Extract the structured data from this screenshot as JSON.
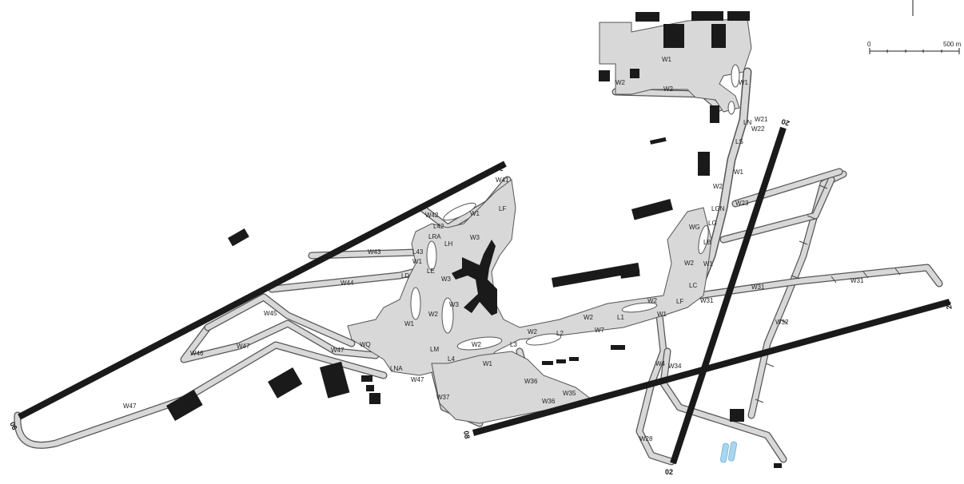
{
  "scale": {
    "zero": "0",
    "max": "500 m"
  },
  "runways": {
    "r06": "06",
    "r24": "24",
    "r08": "08",
    "r26": "26",
    "r20": "20",
    "r02": "02"
  },
  "taxiways": {
    "w1_north": "W1",
    "w2_north": "W2",
    "w2_north_b": "W2",
    "w1_east": "W1",
    "w21": "W21",
    "w22": "W22",
    "ln": "LN",
    "ls": "LS",
    "w1_mid": "W1",
    "w2_mid": "W2",
    "lgn": "LGN",
    "w23": "W23",
    "lg": "LG",
    "wg": "WG",
    "lb": "LB",
    "w2_c": "W2",
    "w1_c": "W1",
    "lc": "LC",
    "w41": "W41",
    "w1_t": "W1",
    "lf": "LF",
    "w42": "W42",
    "l42": "L42",
    "lra": "LRA",
    "lh": "LH",
    "w3_a": "W3",
    "w43": "W43",
    "l43": "L43",
    "w1_a": "W1",
    "ld": "LD",
    "le": "LE",
    "w3_b": "W3",
    "w44": "W44",
    "w45": "W45",
    "w1_b": "W1",
    "w3_c": "W3",
    "w2_b": "W2",
    "w46": "W46",
    "w47_a": "W47",
    "w47_b": "W47",
    "w47_c": "W47",
    "wq": "WQ",
    "w2_d": "W2",
    "lna": "LNA",
    "lm": "LM",
    "l4": "L4",
    "w47_d": "W47",
    "w1_d": "W1",
    "w37": "W37",
    "l3": "L3",
    "w2_e": "W2",
    "l2": "L2",
    "w2_f": "W2",
    "w7": "W7",
    "l1": "L1",
    "w1_e": "W1",
    "w2_g": "W2",
    "lf_b": "LF",
    "w31_a": "W31",
    "w31_b": "W31",
    "w31_c": "W31",
    "w32": "W32",
    "w4": "W4",
    "w34": "W34",
    "w36_a": "W36",
    "w35": "W35",
    "w36_b": "W36",
    "w28": "W28"
  },
  "colors": {
    "pavement": "#d8d8d8",
    "pavement_edge": "#555555",
    "runway": "#1a1a1a",
    "building": "#1a1a1a",
    "deicing": "#a9d6ee"
  }
}
